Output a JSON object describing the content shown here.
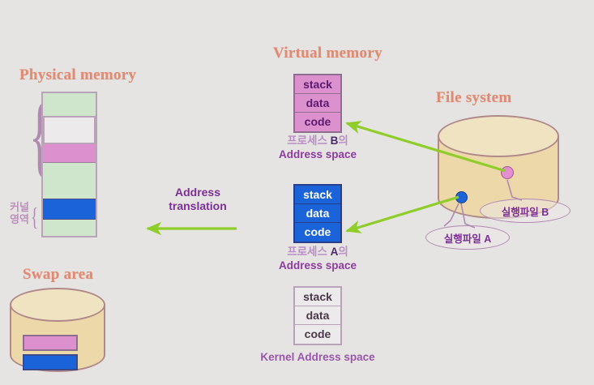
{
  "diagram": {
    "background_color": "#e6e4e2",
    "title_color": "#e08a74",
    "accent_purple": "#7c2f96",
    "arrow_green": "#8fce2a"
  },
  "physical": {
    "title": "Physical memory",
    "kernel_label_line1": "커널",
    "kernel_label_line2": "영역",
    "segments": [
      {
        "name": "free-upper",
        "color": "#cfe6cc"
      },
      {
        "name": "process-b-frame",
        "color": "#dd90ce"
      },
      {
        "name": "free-lower",
        "color": "#cfe6cc"
      },
      {
        "name": "process-a-frame",
        "color": "#1b63d8"
      },
      {
        "name": "kernel-area",
        "color": "#eceaea"
      }
    ]
  },
  "translation": {
    "line1": "Address",
    "line2": "translation"
  },
  "swap": {
    "title": "Swap area",
    "segments": [
      {
        "name": "swapped-b",
        "color": "#dd90ce"
      },
      {
        "name": "swapped-a",
        "color": "#1b63d8"
      }
    ]
  },
  "virtual": {
    "title": "Virtual memory",
    "spaces": [
      {
        "id": "process-b",
        "rows": [
          "stack",
          "data",
          "code"
        ],
        "caption_ko": "프로세스 ",
        "caption_tag": "B",
        "caption_ko_suffix": "의",
        "caption_en": "Address space",
        "color": "#dd90ce"
      },
      {
        "id": "process-a",
        "rows": [
          "stack",
          "data",
          "code"
        ],
        "caption_ko": "프로세스 ",
        "caption_tag": "A",
        "caption_ko_suffix": "의",
        "caption_en": "Address space",
        "color": "#1b63d8"
      },
      {
        "id": "kernel",
        "rows": [
          "stack",
          "data",
          "code"
        ],
        "caption_en": "Kernel Address space",
        "color": "#eceaea"
      }
    ]
  },
  "filesystem": {
    "title": "File system",
    "executables": [
      {
        "id": "exec-b",
        "label": "실행파일 B",
        "dot_color": "#e58fd0"
      },
      {
        "id": "exec-a",
        "label": "실행파일 A",
        "dot_color": "#1b63d8"
      }
    ]
  }
}
